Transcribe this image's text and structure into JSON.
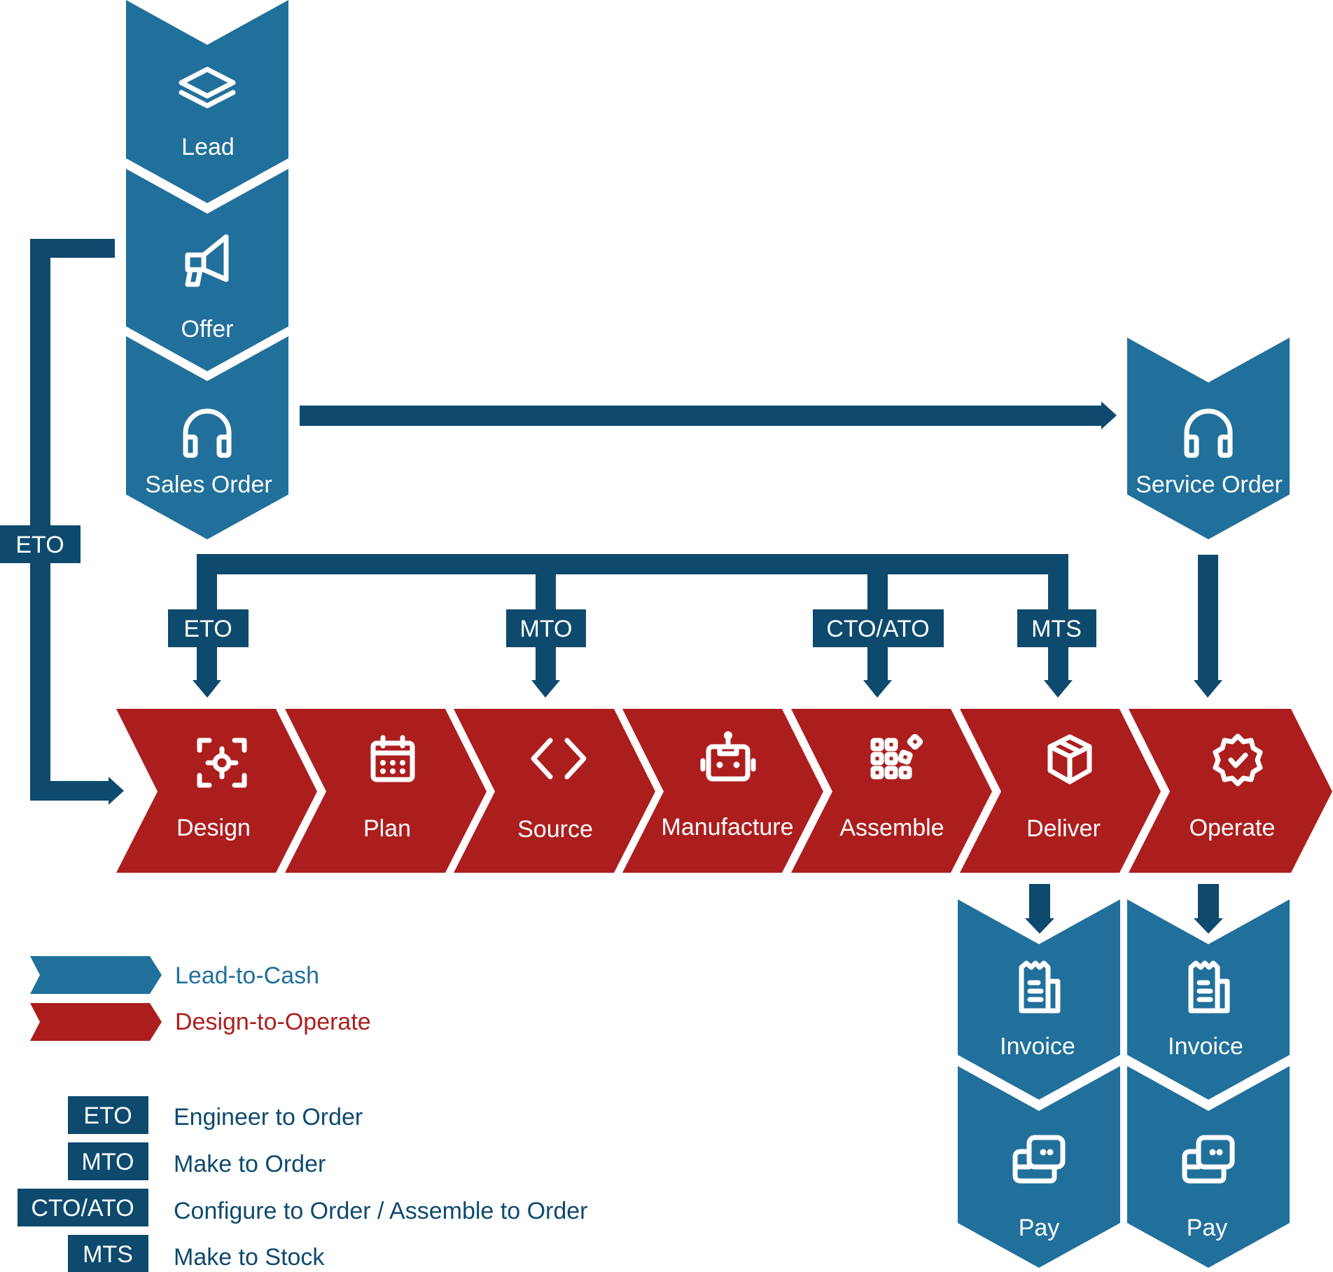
{
  "colors": {
    "lead_to_cash": "#21709B",
    "design_to_operate": "#AC1E1E",
    "connector": "#0E4A6E"
  },
  "lead_to_cash_column": [
    {
      "label": "Lead",
      "icon": "layers-icon"
    },
    {
      "label": "Offer",
      "icon": "megaphone-icon"
    },
    {
      "label": "Sales Order",
      "icon": "headphones-icon"
    }
  ],
  "service_order": {
    "label": "Service Order",
    "icon": "headphones-icon"
  },
  "design_to_operate_steps": [
    {
      "label": "Design",
      "icon": "focus-target-icon"
    },
    {
      "label": "Plan",
      "icon": "calendar-icon"
    },
    {
      "label": "Source",
      "icon": "code-brackets-icon"
    },
    {
      "label": "Manufacture",
      "icon": "robot-icon"
    },
    {
      "label": "Assemble",
      "icon": "modules-grid-icon"
    },
    {
      "label": "Deliver",
      "icon": "package-box-icon"
    },
    {
      "label": "Operate",
      "icon": "gear-check-icon"
    }
  ],
  "routes": {
    "left_loop": "ETO",
    "eto": "ETO",
    "mto": "MTO",
    "cto_ato": "CTO/ATO",
    "mts": "MTS"
  },
  "billing_columns": [
    {
      "invoice": "Invoice",
      "pay": "Pay",
      "invoice_icon": "receipt-icon",
      "pay_icon": "payment-icon"
    },
    {
      "invoice": "Invoice",
      "pay": "Pay",
      "invoice_icon": "receipt-icon",
      "pay_icon": "payment-icon"
    }
  ],
  "legend": {
    "processes": [
      {
        "label": "Lead-to-Cash",
        "color": "#21709B"
      },
      {
        "label": "Design-to-Operate",
        "color": "#AC1E1E"
      }
    ],
    "abbreviations": [
      {
        "code": "ETO",
        "meaning": "Engineer to Order"
      },
      {
        "code": "MTO",
        "meaning": "Make to Order"
      },
      {
        "code": "CTO/ATO",
        "meaning": "Configure to Order / Assemble to Order"
      },
      {
        "code": "MTS",
        "meaning": "Make to Stock"
      }
    ]
  }
}
